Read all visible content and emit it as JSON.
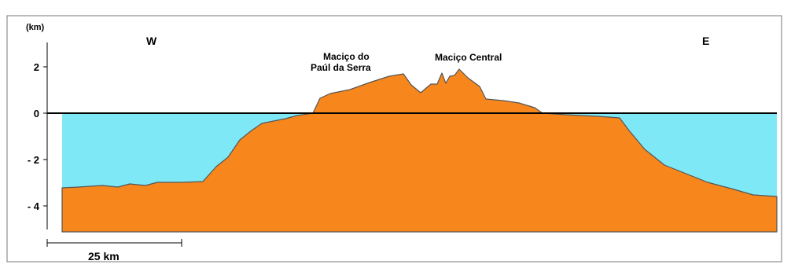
{
  "diagram": {
    "unit_label": "(km)",
    "y_ticks": [
      {
        "value": 2,
        "label": "2"
      },
      {
        "value": 0,
        "label": "0"
      },
      {
        "value": -2,
        "label": "- 2"
      },
      {
        "value": -4,
        "label": "- 4"
      }
    ],
    "direction_left": "W",
    "direction_right": "E",
    "massif_1_line1": "Maciço do",
    "massif_1_line2": "Paúl da Serra",
    "massif_2": "Maciço Central",
    "scale_bar_label": "25 km",
    "colors": {
      "rock": "#f7871c",
      "sea": "#7ee8f7",
      "frame": "#777777",
      "outline": "#555555"
    }
  }
}
